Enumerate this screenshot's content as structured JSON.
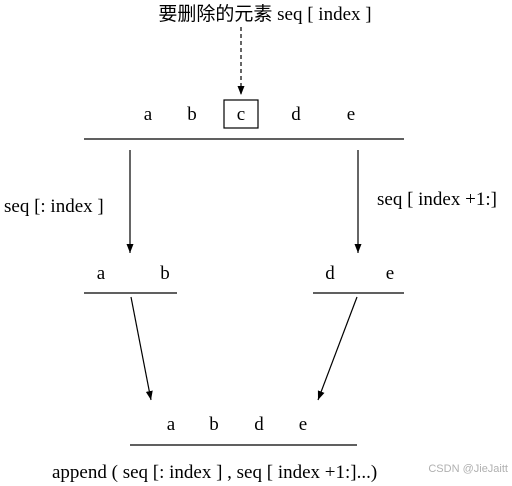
{
  "diagram": {
    "caption_top": "要删除的元素 seq [ index ]",
    "original_letters": [
      "a",
      "b",
      "c",
      "d",
      "e"
    ],
    "highlighted_letter": "c",
    "left_slice_label": "seq [:  index ]",
    "right_slice_label": "seq [ index +1:]",
    "left_slice_letters": [
      "a",
      "b"
    ],
    "right_slice_letters": [
      "d",
      "e"
    ],
    "result_letters": [
      "a",
      "b",
      "d",
      "e"
    ],
    "caption_bottom": "append ( seq [:  index ] ,   seq [ index +1:]...)"
  },
  "watermark": "CSDN @JieJaitt",
  "colors": {
    "ink": "#000000",
    "watermark": "#b0b0b0",
    "background": "#ffffff"
  }
}
